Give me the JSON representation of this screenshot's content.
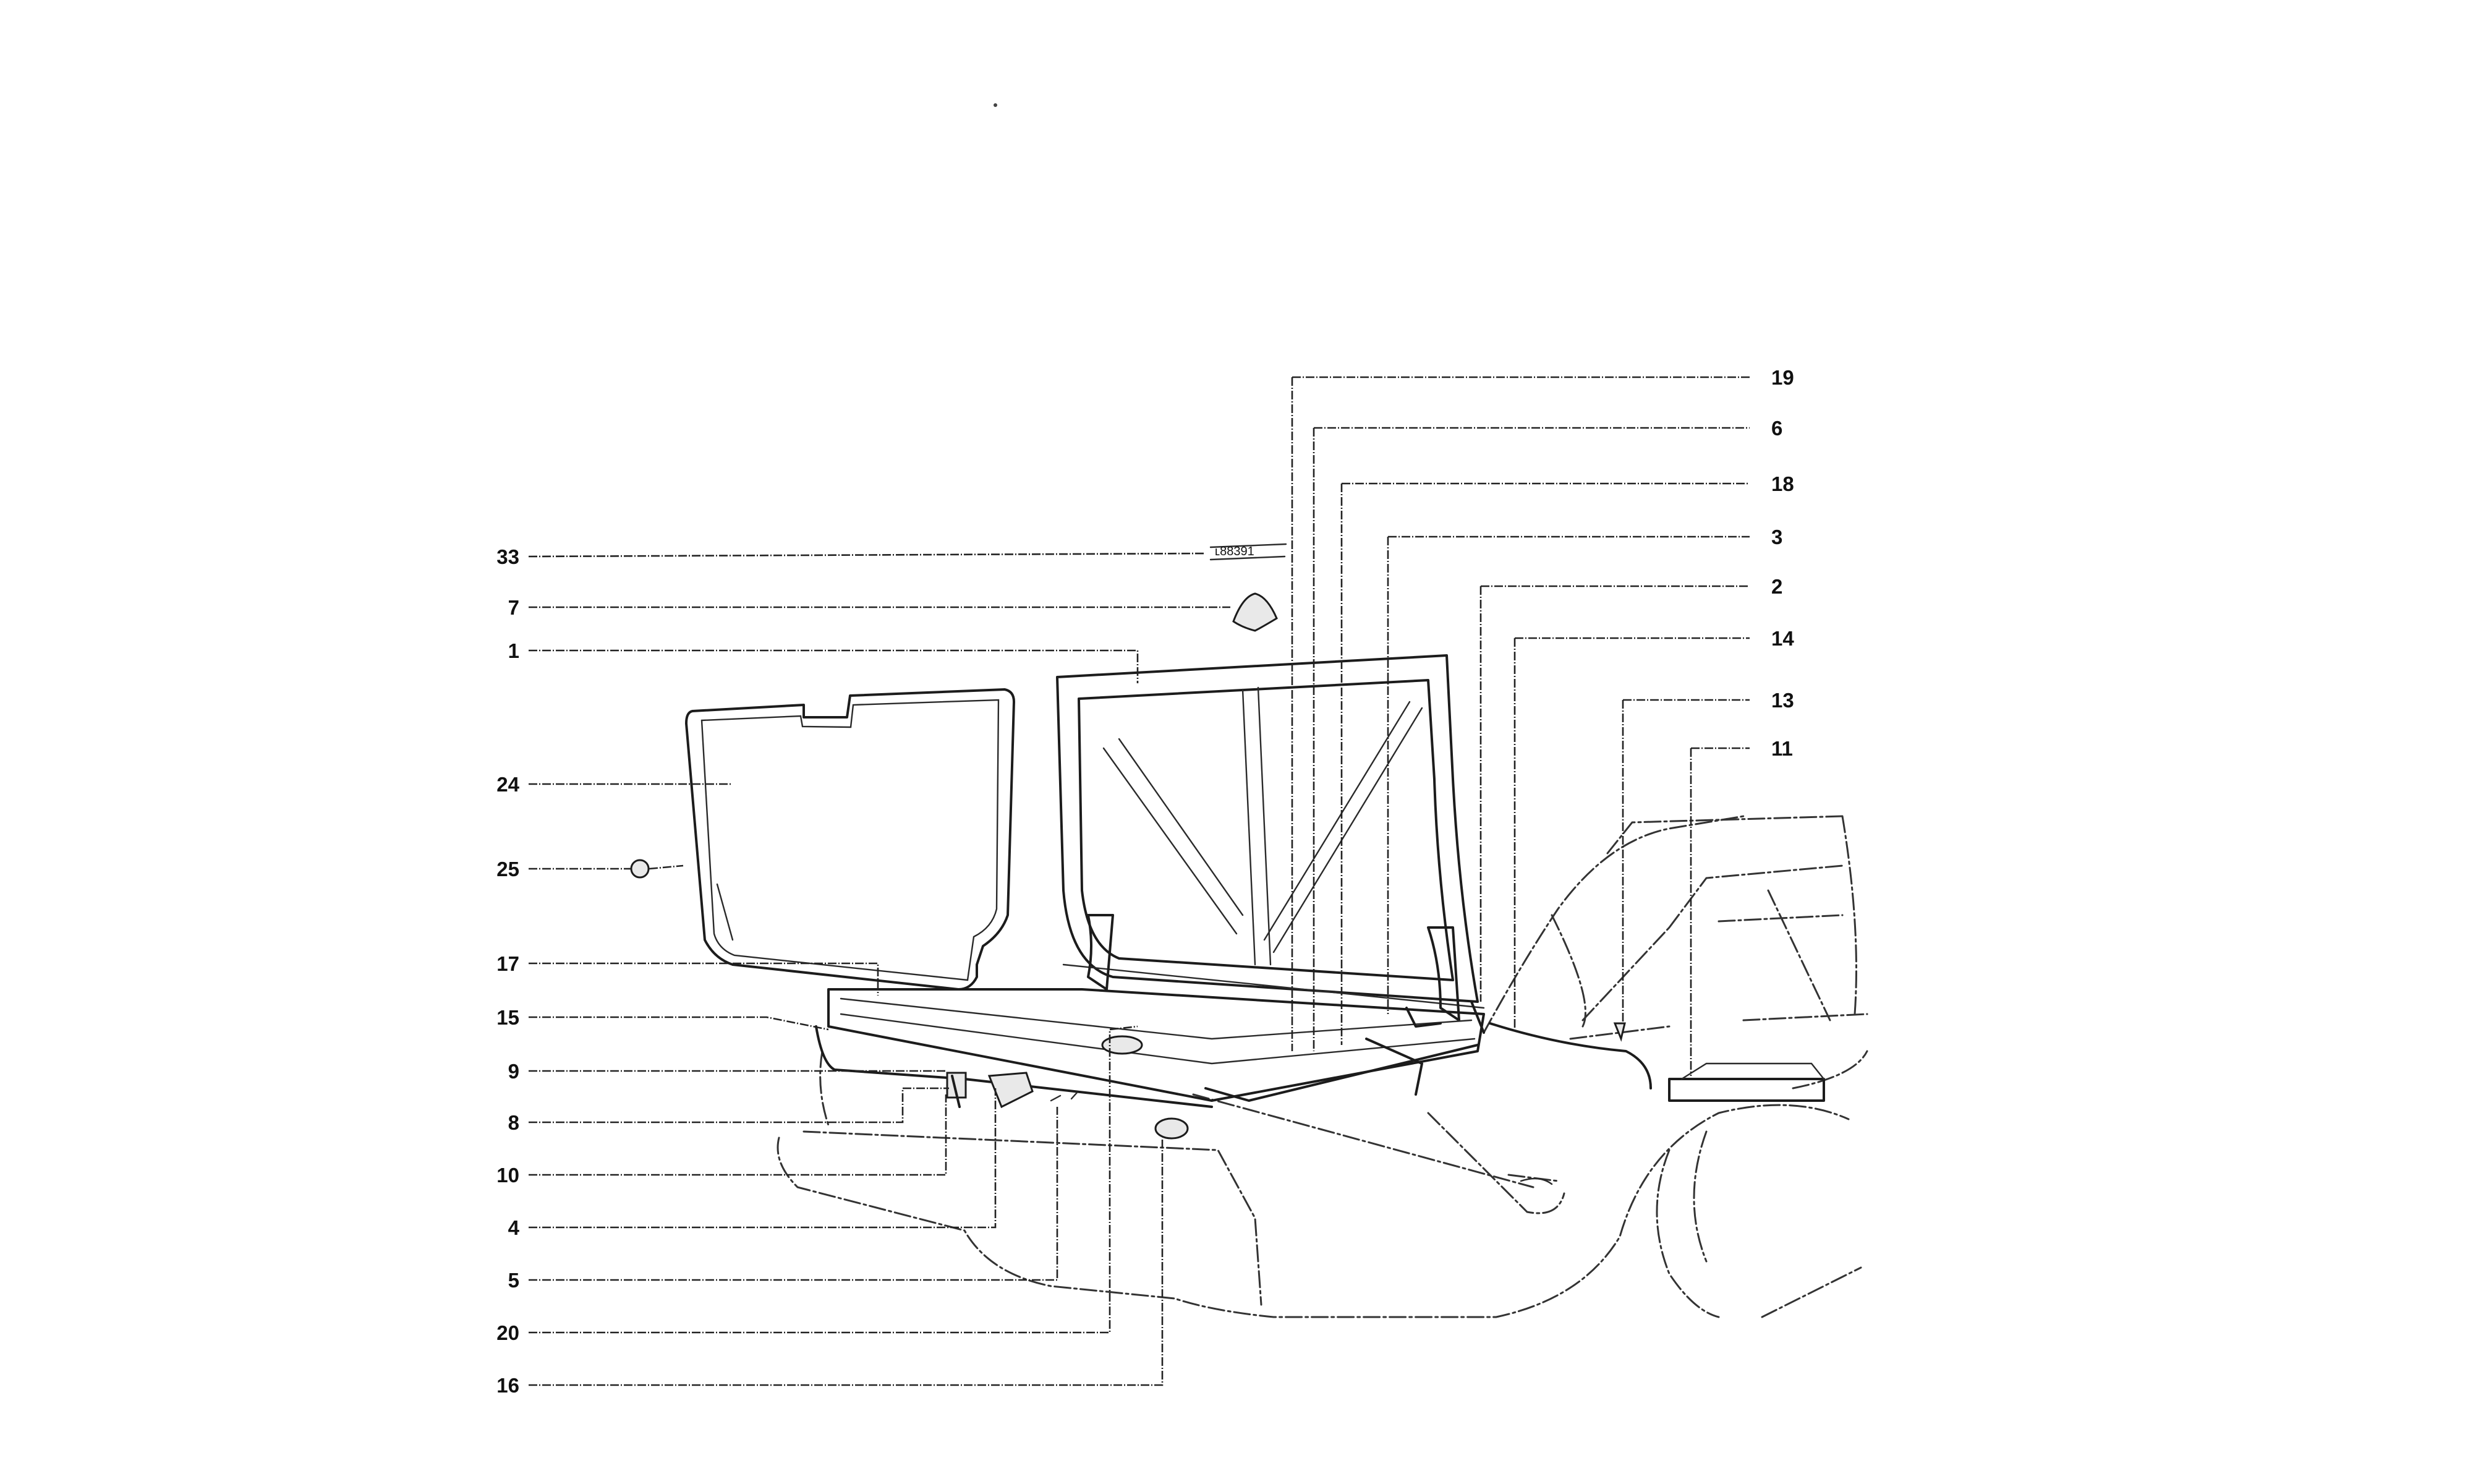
{
  "diagram": {
    "type": "exploded parts diagram",
    "callouts": [
      {
        "label": "33"
      },
      {
        "label": "7"
      },
      {
        "label": "1"
      },
      {
        "label": "24"
      },
      {
        "label": "25"
      },
      {
        "label": "17"
      },
      {
        "label": "15"
      },
      {
        "label": "9"
      },
      {
        "label": "8"
      },
      {
        "label": "10"
      },
      {
        "label": "4"
      },
      {
        "label": "5"
      },
      {
        "label": "20"
      },
      {
        "label": "16"
      },
      {
        "label": "19"
      },
      {
        "label": "6"
      },
      {
        "label": "18"
      },
      {
        "label": "3"
      },
      {
        "label": "2"
      },
      {
        "label": "14"
      },
      {
        "label": "13"
      },
      {
        "label": "11"
      }
    ]
  }
}
